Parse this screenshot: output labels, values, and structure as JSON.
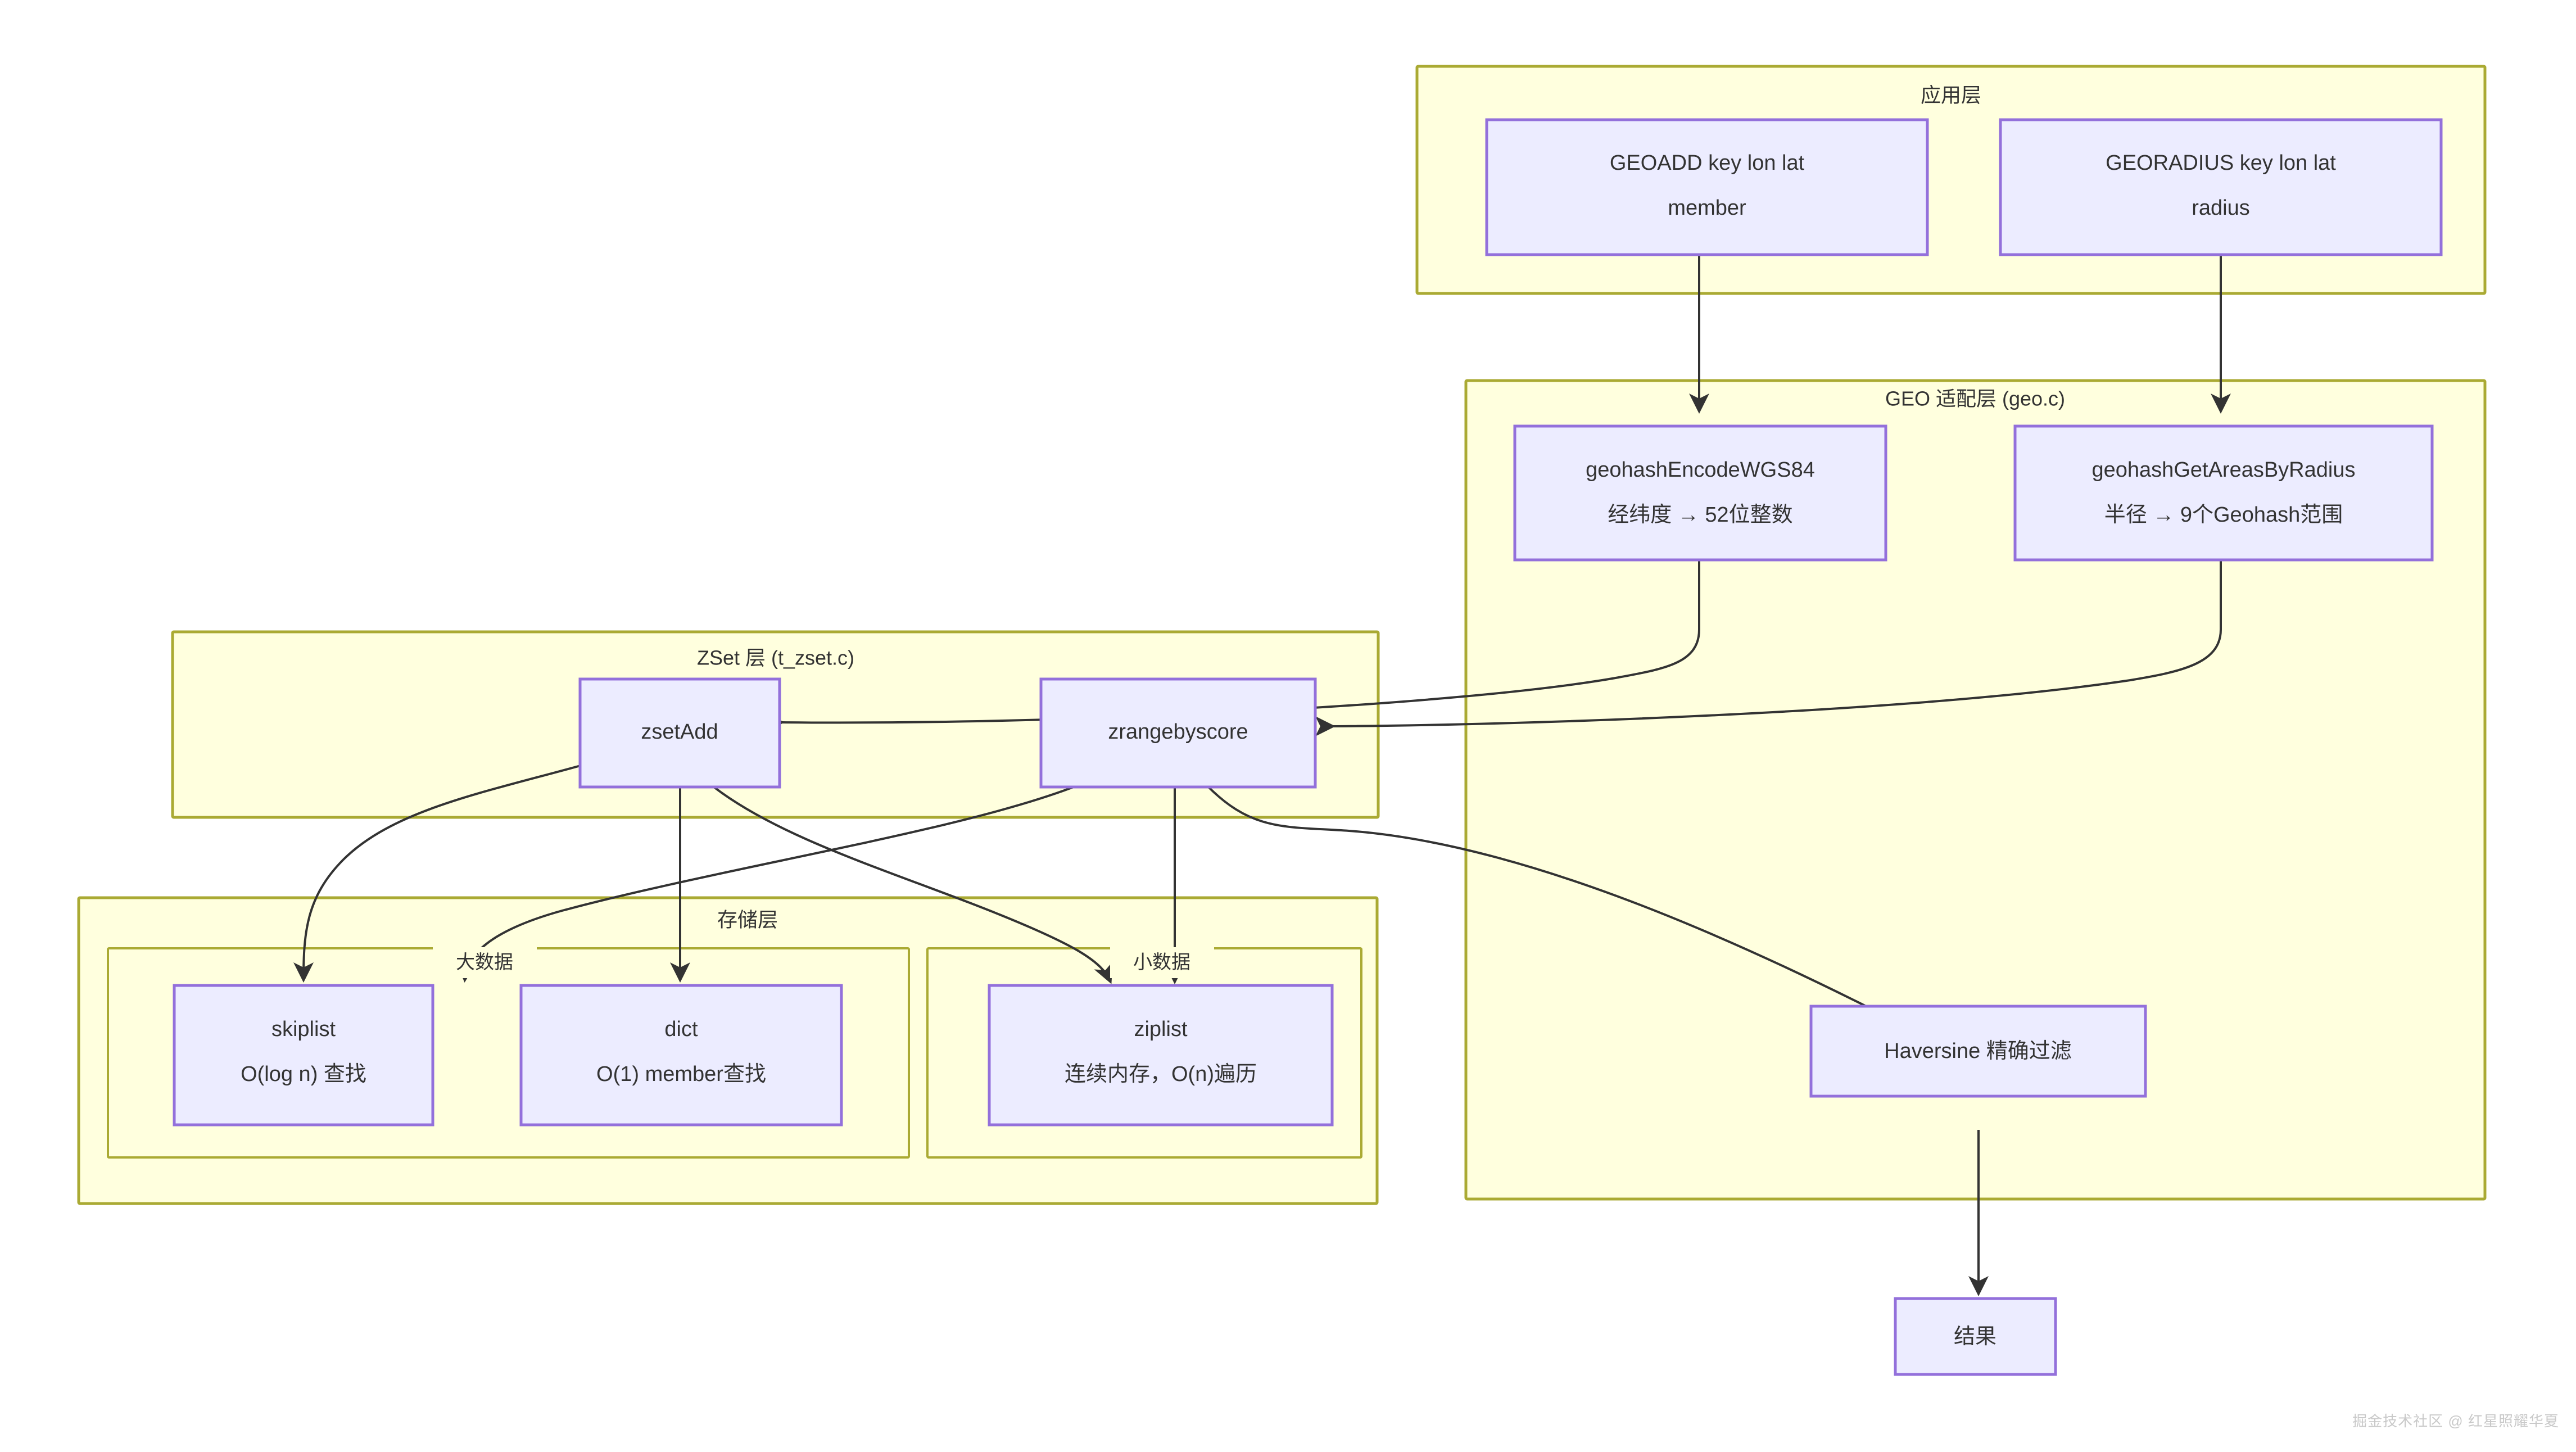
{
  "diagram": {
    "title_semantic": "Redis GEO implementation layered architecture",
    "colors": {
      "cluster_fill": "#ffffde",
      "cluster_stroke": "#aaaa33",
      "node_fill": "#ececff",
      "node_stroke": "#9370db",
      "edge_stroke": "#333333",
      "text": "#333333",
      "watermark": "#c9c9c9",
      "background": "#ffffff"
    },
    "clusters": [
      {
        "id": "app",
        "label": "应用层"
      },
      {
        "id": "geo",
        "label": "GEO 适配层 (geo.c)"
      },
      {
        "id": "zset",
        "label": "ZSet 层 (t_zset.c)"
      },
      {
        "id": "storage",
        "label": "存储层"
      },
      {
        "id": "big",
        "label": ""
      },
      {
        "id": "small",
        "label": ""
      }
    ],
    "nodes": [
      {
        "id": "geoadd",
        "line1": "GEOADD key lon lat",
        "line2": "member"
      },
      {
        "id": "georadius",
        "line1": "GEORADIUS key lon lat",
        "line2": "radius"
      },
      {
        "id": "encode",
        "line1": "geohashEncodeWGS84",
        "line2": "经纬度 → 52位整数"
      },
      {
        "id": "areas",
        "line1": "geohashGetAreasByRadius",
        "line2": "半径 → 9个Geohash范围"
      },
      {
        "id": "zsetadd",
        "line1": "zsetAdd",
        "line2": ""
      },
      {
        "id": "zrange",
        "line1": "zrangebyscore",
        "line2": ""
      },
      {
        "id": "skiplist",
        "line1": "skiplist",
        "line2": "O(log n) 查找"
      },
      {
        "id": "dict",
        "line1": "dict",
        "line2": "O(1) member查找"
      },
      {
        "id": "ziplist",
        "line1": "ziplist",
        "line2": "连续内存，O(n)遍历"
      },
      {
        "id": "haversine",
        "line1": "Haversine 精确过滤",
        "line2": ""
      },
      {
        "id": "result",
        "line1": "结果",
        "line2": ""
      }
    ],
    "edge_labels": [
      {
        "id": "big-data",
        "label": "大数据"
      },
      {
        "id": "small-data",
        "label": "小数据"
      }
    ],
    "watermark": "掘金技术社区 @ 红星照耀华夏"
  }
}
